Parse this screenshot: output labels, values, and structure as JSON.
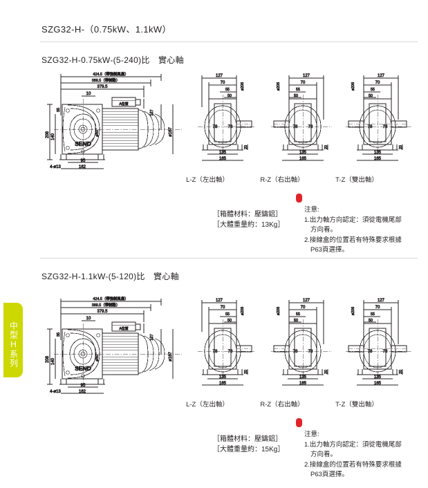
{
  "side_tab": {
    "label": "中型H系列"
  },
  "section1": {
    "title": "SZG32-H-（0.75kW、1.1kW）",
    "subtitle": "SZG32-H-0.75kW-(5-240)比　實心軸",
    "brand": "SEND",
    "main_view": {
      "dims_top": [
        "424.5（帶強制風扇）",
        "389.5（帶制動）",
        "379.5",
        "10"
      ],
      "dims_left": [
        "208",
        "140",
        "35",
        "4-ø13",
        "95",
        "162"
      ],
      "dims_right": [
        "ø167",
        "127"
      ],
      "shaft_label": "ø40",
      "terminal_label": "A位置"
    },
    "side_views": [
      {
        "caption": "L-Z（左出軸）",
        "dims": [
          "127",
          "70",
          "55",
          "50",
          "78",
          "78",
          "135",
          "165",
          "20",
          "ø206"
        ]
      },
      {
        "caption": "R-Z（右出軸）",
        "dims": [
          "127",
          "70",
          "55",
          "50",
          "78",
          "78",
          "135",
          "165",
          "20",
          "ø206"
        ]
      },
      {
        "caption": "T-Z（雙出軸）",
        "dims": [
          "127",
          "70",
          "55",
          "50",
          "78",
          "78",
          "135",
          "165",
          "20",
          "ø206"
        ]
      }
    ],
    "material_note": "［箱體材料：壓鑄鋁］",
    "weight_note": "［大體重量約：13Kg］",
    "notes": {
      "heading": "注意:",
      "item1_a": "1.出力軸方向認定：須從電機尾部",
      "item1_b": "方向看。",
      "item2_a": "2.接線盒的位置若有特殊要求根據",
      "item2_b": "P63頁選擇。"
    }
  },
  "section2": {
    "subtitle": "SZG32-H-1.1kW-(5-120)比　實心軸",
    "brand": "SEND",
    "main_view": {
      "dims_top": [
        "424.5（帶強制風扇）",
        "389.5（帶制動）",
        "379.5",
        "10"
      ],
      "dims_left": [
        "208",
        "140",
        "35",
        "4-ø13",
        "95",
        "162"
      ],
      "dims_right": [
        "ø167",
        "127"
      ],
      "shaft_label": "ø40",
      "terminal_label": "A位置"
    },
    "side_views": [
      {
        "caption": "L-Z（左出軸）",
        "dims": [
          "127",
          "70",
          "55",
          "50",
          "78",
          "78",
          "135",
          "165",
          "20",
          "ø206"
        ]
      },
      {
        "caption": "R-Z（右出軸）",
        "dims": [
          "127",
          "70",
          "55",
          "50",
          "78",
          "78",
          "135",
          "165",
          "20",
          "ø206"
        ]
      },
      {
        "caption": "T-Z（雙出軸）",
        "dims": [
          "127",
          "70",
          "55",
          "50",
          "78",
          "78",
          "135",
          "165",
          "20",
          "ø206"
        ]
      }
    ],
    "material_note": "［箱體材料：壓鑄鋁］",
    "weight_note": "［大體重量約：15Kg］",
    "notes": {
      "heading": "注意:",
      "item1_a": "1.出力軸方向認定：須從電機尾部",
      "item1_b": "方向看。",
      "item2_a": "2.接線盒的位置若有特殊要求根據",
      "item2_b": "P63頁選擇。"
    }
  },
  "colors": {
    "tab": "#cdd800",
    "red_mark": "#e3232a",
    "line": "#231f20"
  }
}
